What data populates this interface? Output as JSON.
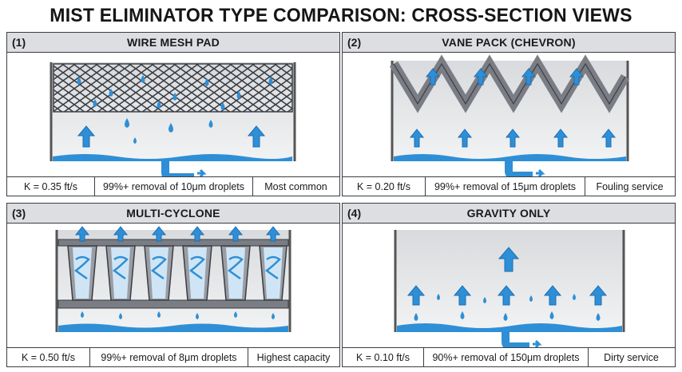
{
  "title": "MIST ELIMINATOR TYPE COMPARISON: CROSS-SECTION VIEWS",
  "colors": {
    "accent_blue": "#2e8fd6",
    "dark_blue": "#1a6fb5",
    "steel_gray": "#6e7177",
    "header_gray": "#dddee1",
    "border": "#3a3d44"
  },
  "panels": [
    {
      "number": "(1)",
      "title": "WIRE MESH PAD",
      "k_value": "K = 0.35 ft/s",
      "removal": "99%+ removal of 10μm droplets",
      "note": "Most common",
      "icons": [
        "wire-mesh-icon",
        "droplet-icon",
        "arrow-up-icon",
        "drain-pipe-icon"
      ]
    },
    {
      "number": "(2)",
      "title": "VANE PACK (CHEVRON)",
      "k_value": "K = 0.20 ft/s",
      "removal": "99%+ removal of 15μm droplets",
      "note": "Fouling service",
      "icons": [
        "chevron-vane-icon",
        "arrow-up-icon",
        "drain-pipe-icon"
      ]
    },
    {
      "number": "(3)",
      "title": "MULTI-CYCLONE",
      "k_value": "K = 0.50 ft/s",
      "removal": "99%+ removal of 8μm droplets",
      "note": "Highest capacity",
      "icons": [
        "cyclone-tube-icon",
        "swirl-arrow-icon",
        "arrow-up-icon"
      ]
    },
    {
      "number": "(4)",
      "title": "GRAVITY ONLY",
      "k_value": "K = 0.10 ft/s",
      "removal": "90%+ removal of 150μm droplets",
      "note": "Dirty service",
      "icons": [
        "arrow-up-icon",
        "droplet-icon",
        "drain-pipe-icon"
      ]
    }
  ]
}
